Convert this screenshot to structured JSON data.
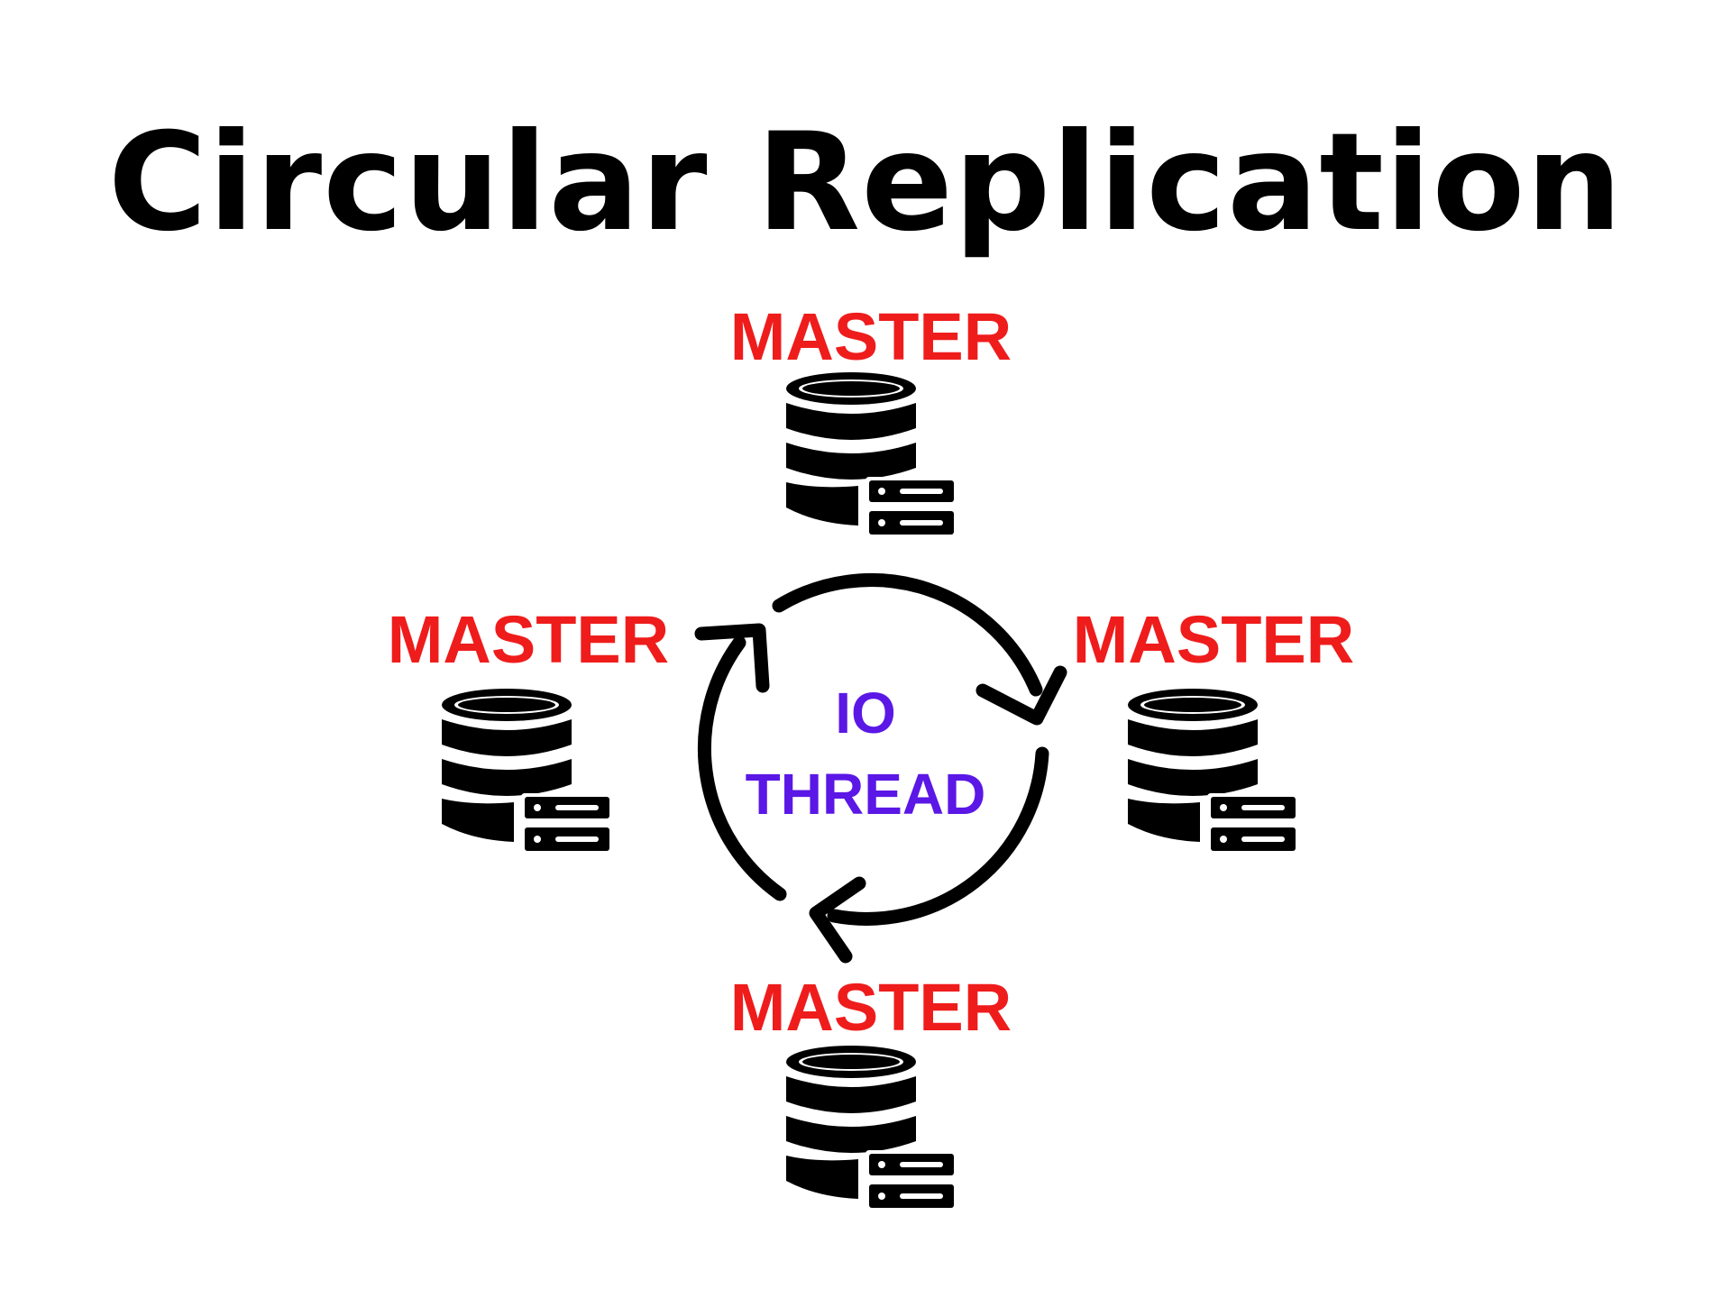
{
  "title": "Circular Replication",
  "nodes": {
    "top": {
      "label": "MASTER"
    },
    "left": {
      "label": "MASTER"
    },
    "right": {
      "label": "MASTER"
    },
    "bottom": {
      "label": "MASTER"
    }
  },
  "center": {
    "line1": "IO",
    "line2": "THREAD"
  },
  "icons": {
    "node_icon": "database-server-icon",
    "cycle_icon": "circular-arrows-icon"
  },
  "colors": {
    "title": "#000000",
    "node_label": "#ef1c1c",
    "center_label": "#5b17e6",
    "icon": "#000000",
    "background": "#ffffff"
  }
}
